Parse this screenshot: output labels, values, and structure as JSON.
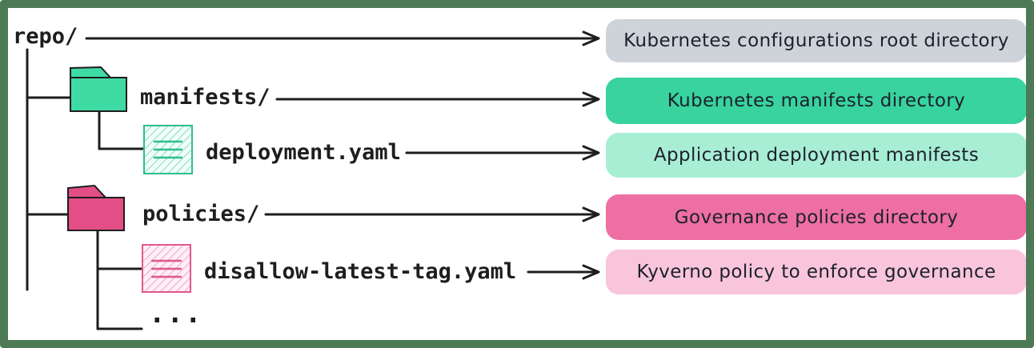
{
  "frame": {
    "border_color": "#4d7a55",
    "background": "#ffffff",
    "ink_color": "#1e1e1e"
  },
  "tree": {
    "root": {
      "label": "repo/",
      "type": "root-directory"
    },
    "items": [
      {
        "label": "manifests/",
        "type": "folder",
        "icon": "folder-icon",
        "color": "#3fdba4"
      },
      {
        "label": "deployment.yaml",
        "type": "file",
        "icon": "yaml-file-icon",
        "color": "#2bbd92"
      },
      {
        "label": "policies/",
        "type": "folder",
        "icon": "folder-icon",
        "color": "#e34e86"
      },
      {
        "label": "disallow-latest-tag.yaml",
        "type": "file",
        "icon": "yaml-file-icon",
        "color": "#e0568d"
      },
      {
        "label": "...",
        "type": "ellipsis"
      }
    ]
  },
  "annotations": [
    {
      "text": "Kubernetes configurations root directory",
      "fill": "#ced3da"
    },
    {
      "text": "Kubernetes manifests directory",
      "fill": "#38d39f"
    },
    {
      "text": "Application deployment manifests",
      "fill": "#a8eed5"
    },
    {
      "text": "Governance policies directory",
      "fill": "#ee6fa3"
    },
    {
      "text": "Kyverno policy to enforce governance",
      "fill": "#f9c5da"
    }
  ]
}
